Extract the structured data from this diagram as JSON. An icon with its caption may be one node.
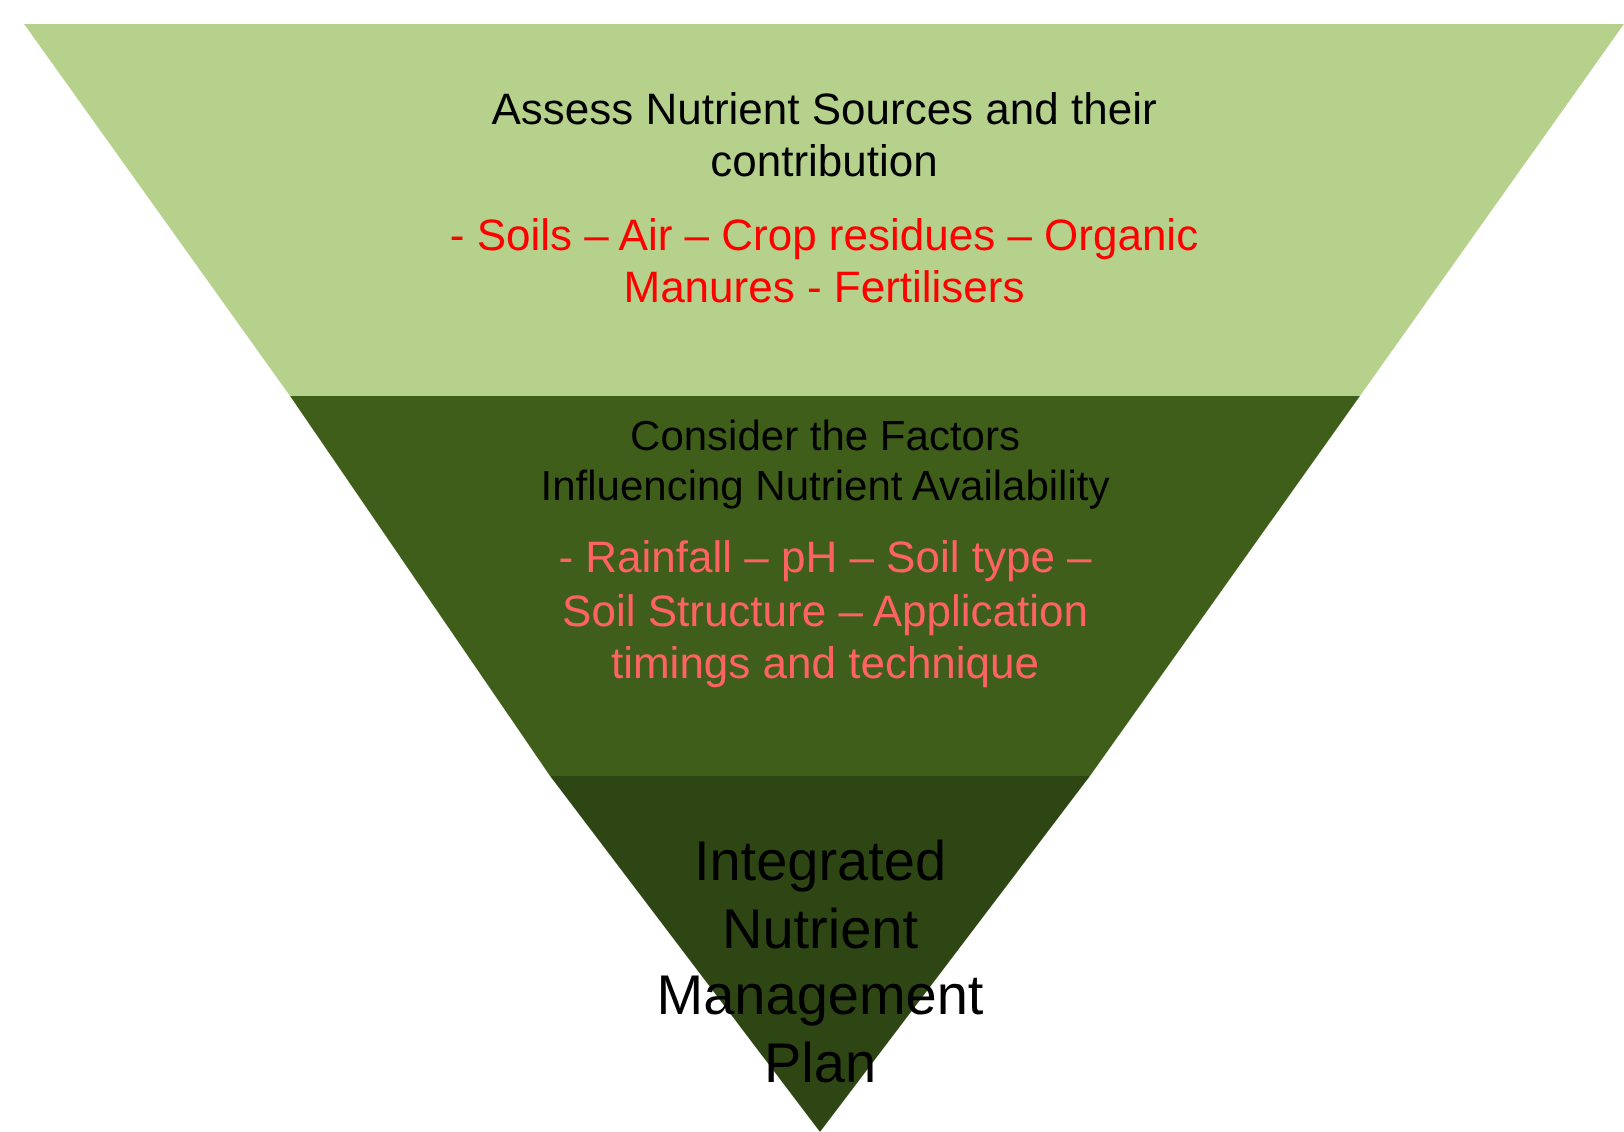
{
  "diagram": {
    "nodes": [
      {
        "text": [
          "Assess Nutrient Sources and their contribution",
          "- Soils – Air – Crop residues – Organic Manures - Fertilisers"
        ]
      },
      {
        "text": [
          "Consider the Factors Influencing Nutrient Availability",
          "- Rainfall – pH – Soil type – Soil Structure – Application timings and technique"
        ]
      },
      {
        "text": [
          "Integrated Nutrient Management Plan"
        ]
      }
    ],
    "edges": []
  }
}
